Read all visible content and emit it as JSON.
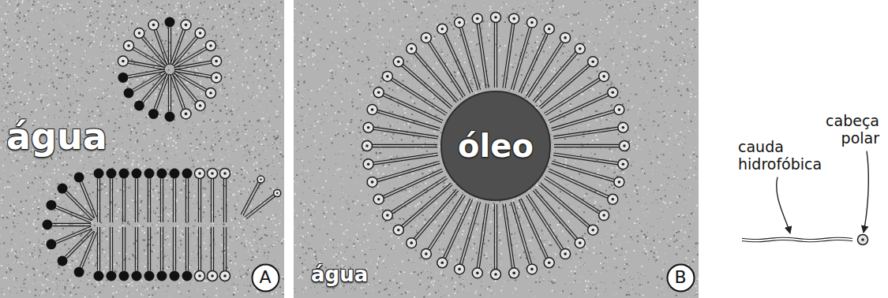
{
  "diagram": {
    "nodes": [
      {
        "text": [
          "água"
        ]
      },
      {
        "text": [
          "A"
        ],
        "in": 0
      },
      {
        "text": [
          "água"
        ]
      },
      {
        "text": [
          "óleo"
        ],
        "in": 2
      },
      {
        "text": [
          "B"
        ],
        "in": 2
      }
    ],
    "labels": [
      "cauda hidrofóbica",
      "cabeça polar"
    ]
  }
}
